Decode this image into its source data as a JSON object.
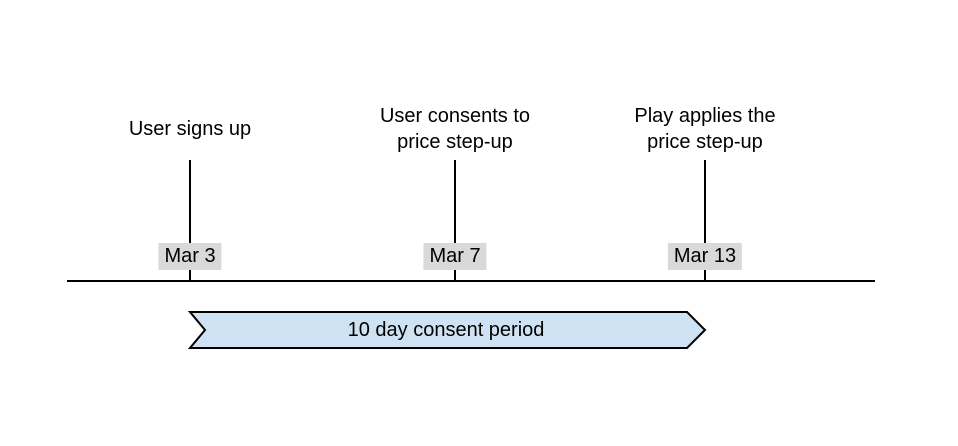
{
  "timeline": {
    "events": [
      {
        "label": "User signs up",
        "date": "Mar 3"
      },
      {
        "label": "User consents to\nprice step-up",
        "date": "Mar 7"
      },
      {
        "label": "Play applies the\nprice step-up",
        "date": "Mar 13"
      }
    ],
    "period": {
      "label": "10 day consent period"
    },
    "colors": {
      "background": "#ffffff",
      "line": "#000000",
      "text": "#000000",
      "date_badge_bg": "#d9d9d9",
      "banner_fill": "#cfe2f3",
      "banner_border": "#000000"
    }
  }
}
